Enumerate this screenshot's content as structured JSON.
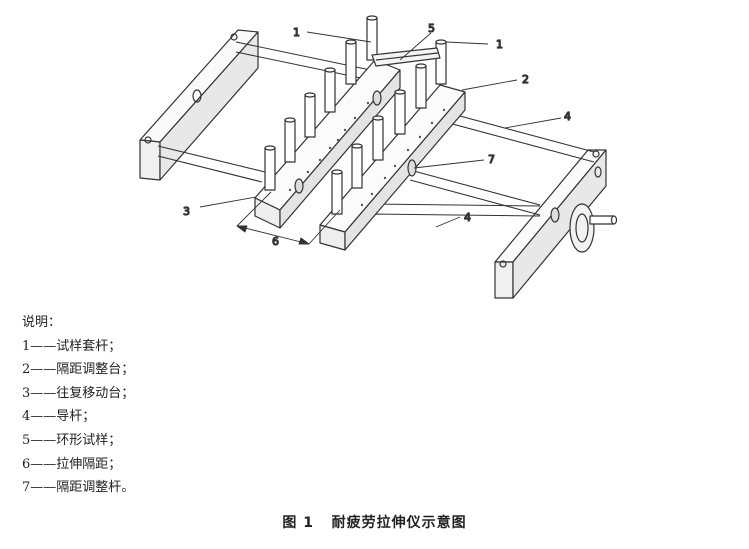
{
  "callouts": {
    "c1a": "1",
    "c1b": "1",
    "c2": "2",
    "c3": "3",
    "c4a": "4",
    "c4b": "4",
    "c5": "5",
    "c6": "6",
    "c7": "7"
  },
  "legend": {
    "title": "说明：",
    "items": [
      "1——试样套杆；",
      "2——隔距调整台；",
      "3——往复移动台；",
      "4——导杆；",
      "5——环形试样；",
      "6——拉伸隔距；",
      "7——隔距调整杆。"
    ]
  },
  "caption": {
    "figure_no": "图 1",
    "title": "耐疲劳拉伸仪示意图"
  }
}
